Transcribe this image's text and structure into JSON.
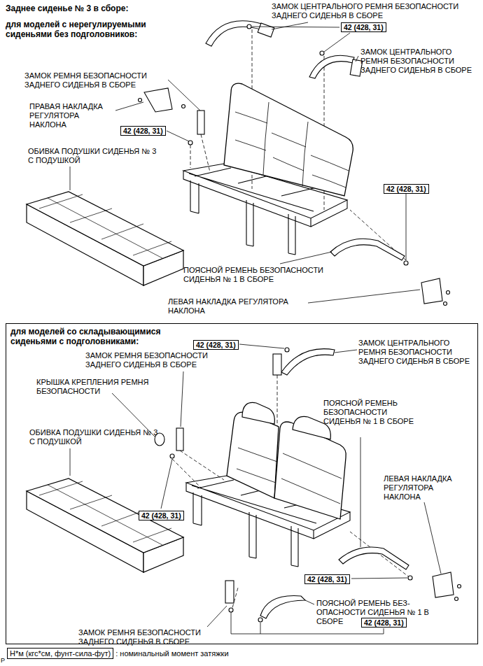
{
  "diagram": {
    "title": "Заднее сиденье № 3 в сборе:",
    "nodes": [
      {
        "text": [
          "42 (428, 31)"
        ]
      },
      {
        "text": [
          "42 (428, 31)"
        ]
      },
      {
        "text": [
          "42 (428, 31)"
        ]
      },
      {
        "text": [
          "для моделей со складывающимися сиденьями с подголовниками:"
        ]
      },
      {
        "text": [
          "42 (428, 31)"
        ],
        "in": 3
      },
      {
        "text": [
          "42 (428, 31)"
        ],
        "in": 3
      },
      {
        "text": [
          "42 (428, 31)"
        ],
        "in": 3
      },
      {
        "text": [
          "42 (428, 31)"
        ],
        "in": 3
      },
      {
        "text": [
          "Н*м (кгс*см, фунт-сила-фут)"
        ]
      }
    ],
    "labels": [
      "для моделей с нерегулируемыми сиденьями без подголовников:",
      "ЗАМОК ЦЕНТРАЛЬНОГО РЕМНЯ БЕЗОПАСНОСТИ ЗАДНЕГО СИДЕНЬЯ В СБОРЕ",
      "ЗАМОК ЦЕНТРАЛЬНОГО РЕМНЯ БЕЗОПАСНОСТИ ЗАДНЕГО СИДЕНЬЯ В СБОРЕ",
      "ЗАМОК РЕМНЯ БЕЗОПАСНОСТИ ЗАДНЕГО СИДЕНЬЯ В СБОРЕ",
      "ПРАВАЯ НАКЛАДКА РЕГУЛЯТОРА НАКЛОНА",
      "ОБИВКА ПОДУШКИ СИДЕНЬЯ № 3 С ПОДУШКОЙ",
      "ПОЯСНОЙ РЕМЕНЬ БЕЗОПАСНОСТИ СИДЕНЬЯ № 1 В СБОРЕ",
      "ЛЕВАЯ НАКЛАДКА РЕГУЛЯТОРА НАКЛОНА",
      "ЗАМОК РЕМНЯ БЕЗОПАСНОСТИ ЗАДНЕГО СИДЕНЬЯ В СБОРЕ",
      "ЗАМОК ЦЕНТРАЛЬНОГО РЕМНЯ БЕЗОПАСНОСТИ ЗАДНЕГО СИДЕНЬЯ В СБОРЕ",
      "КРЫШКА КРЕПЛЕНИЯ РЕМНЯ БЕЗОПАСНОСТИ",
      "ПОЯСНОЙ РЕМЕНЬ БЕЗОПАСНОСТИ СИДЕНЬЯ № 1 В СБОРЕ",
      "ОБИВКА ПОДУШКИ СИДЕНЬЯ № 3 С ПОДУШКОЙ",
      "ЛЕВАЯ НАКЛАДКА РЕГУЛЯТОРА НАКЛОНА",
      "ПОЯСНОЙ РЕМЕНЬ БЕЗ- ОПАСНОСТИ СИДЕНЬЯ № 1 В СБОРЕ",
      "ЗАМОК РЕМНЯ БЕЗОПАСНОСТИ ЗАДНЕГО СИДЕНЬЯ В СБОРЕ",
      ": номинальный момент затяжки",
      "P"
    ]
  }
}
